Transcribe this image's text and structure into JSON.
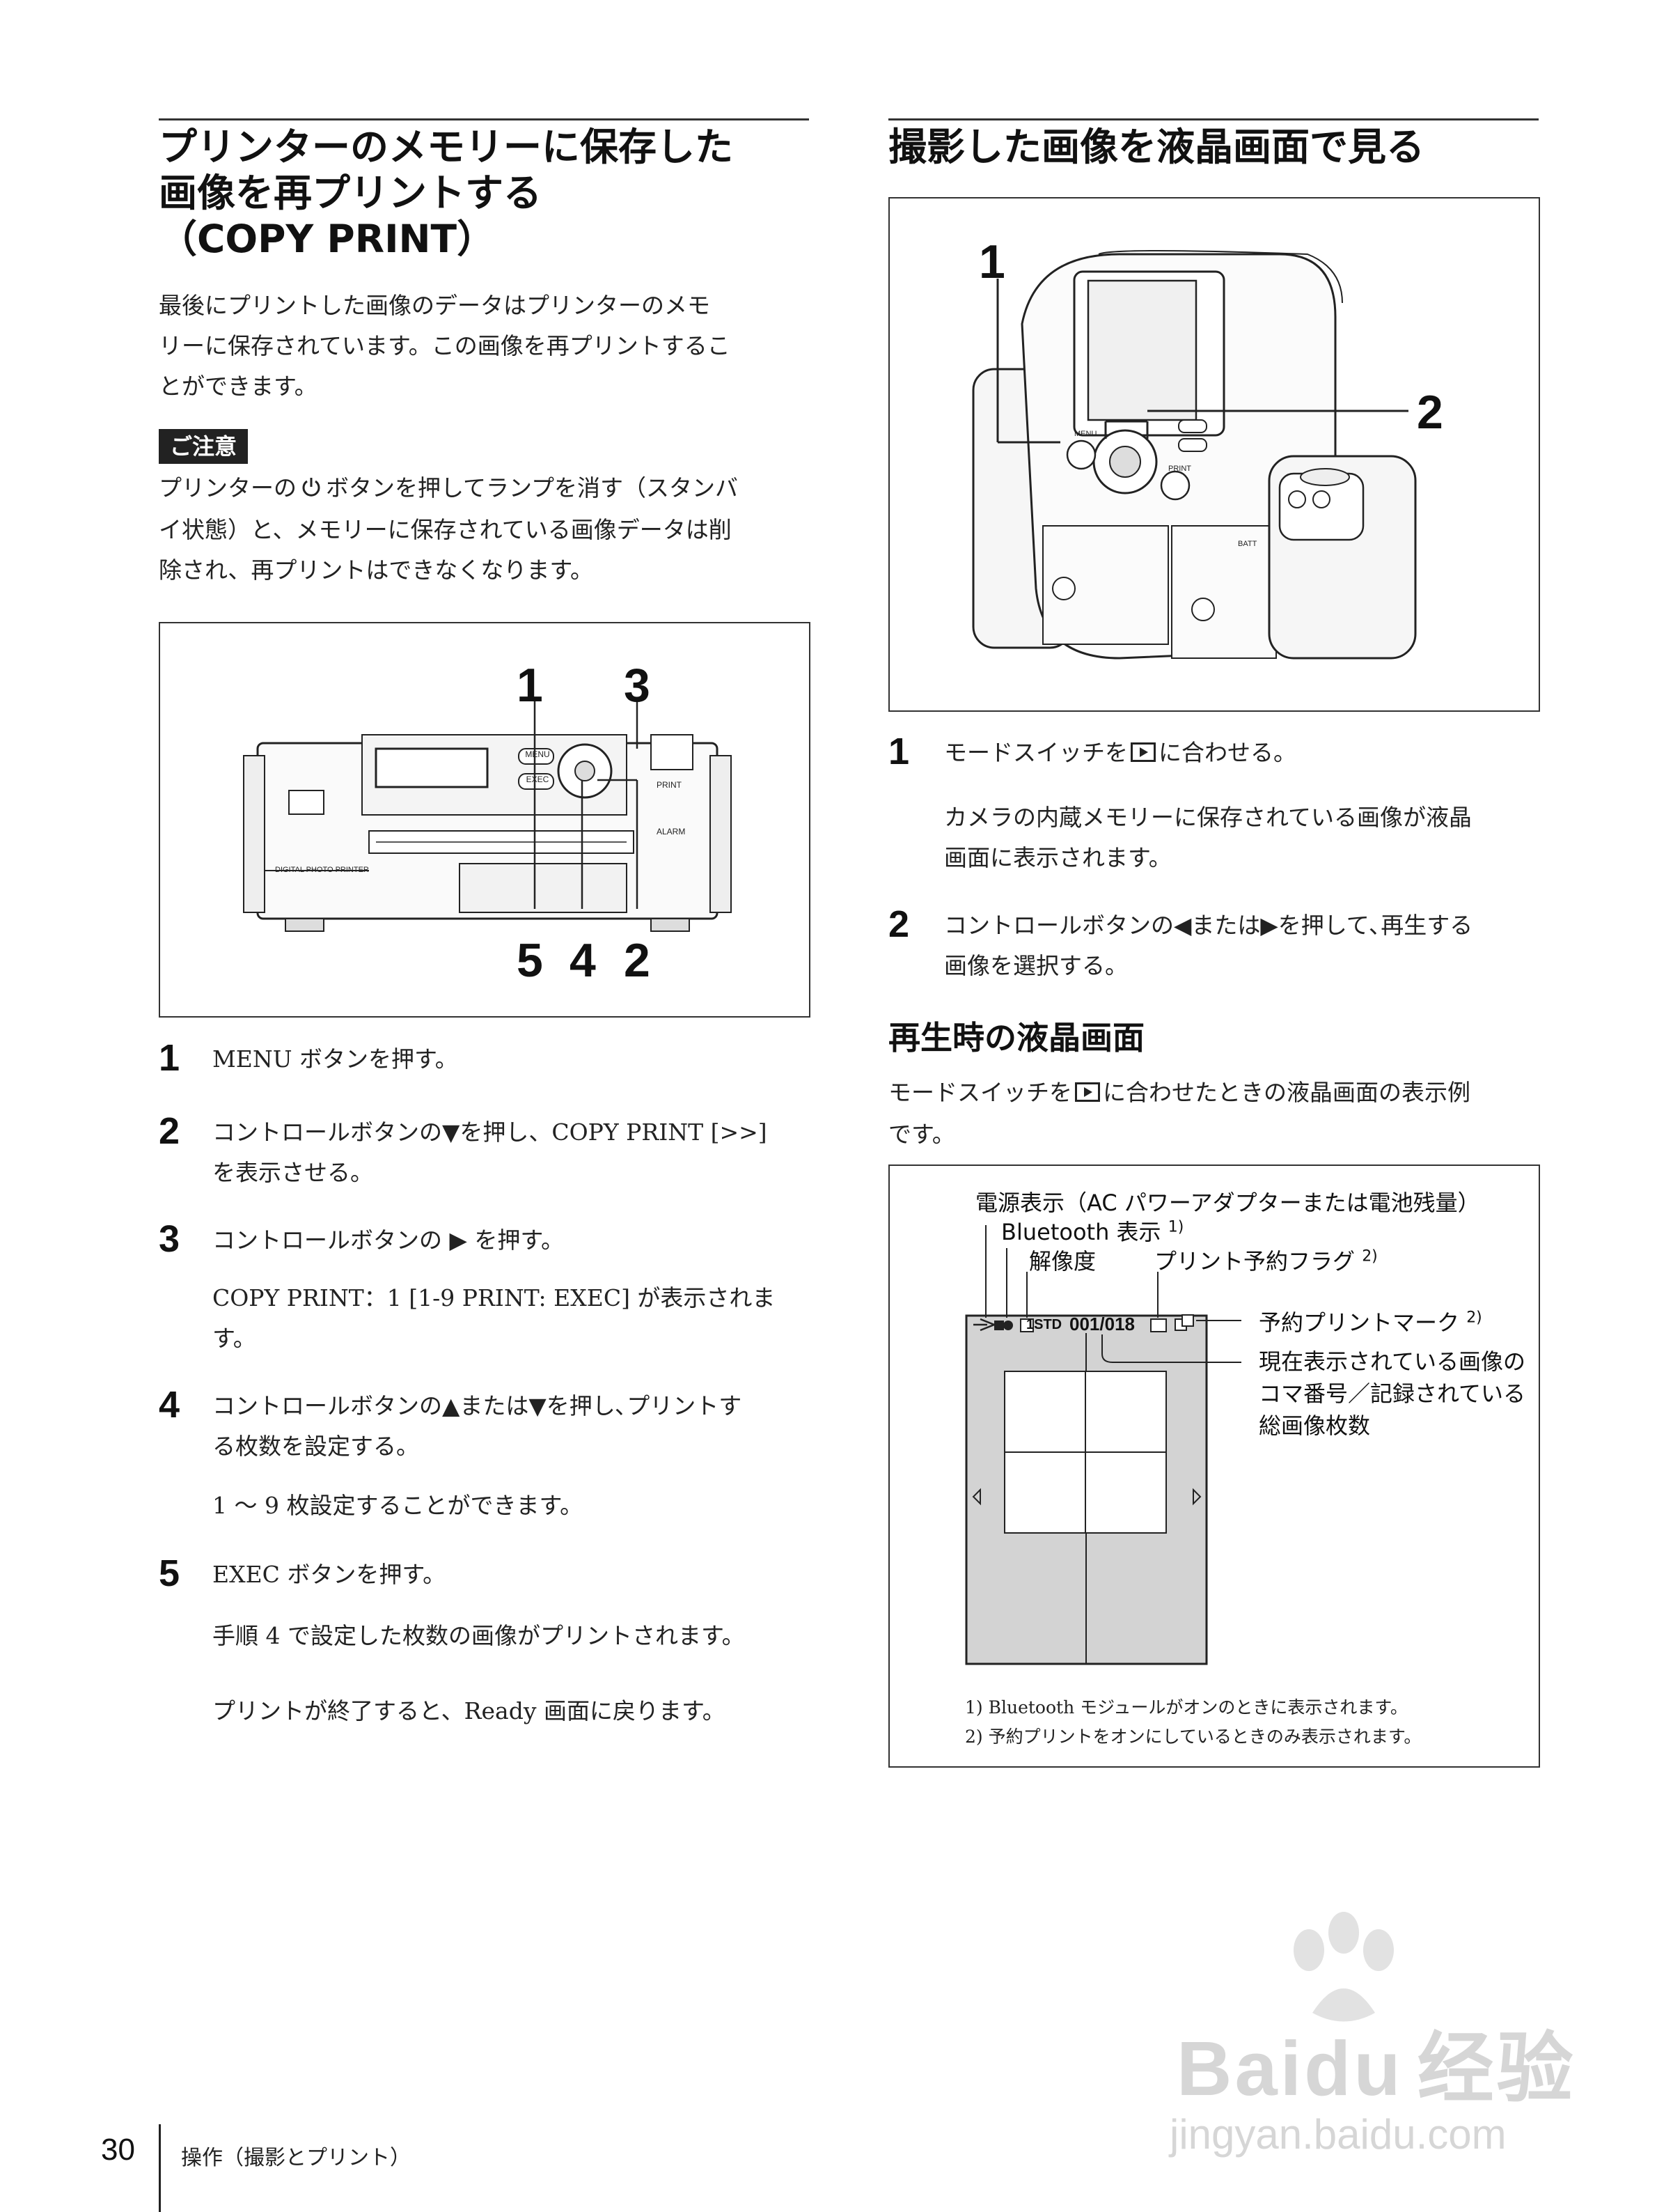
{
  "left": {
    "title_lines": [
      "プリンターのメモリーに保存した",
      "画像を再プリントする",
      "（COPY PRINT）"
    ],
    "intro_lines": [
      "最後にプリントした画像のデータはプリンターのメモ",
      "リーに保存されています。この画像を再プリントするこ",
      "とができます。"
    ],
    "caution_label": "ご注意",
    "caution_line1_pre": "プリンターの",
    "caution_line1_post": "ボタンを押してランプを消す（スタンバ",
    "caution_lines_rest": [
      "イ状態）と、メモリーに保存されている画像データは削",
      "除され、再プリントはできなくなります。"
    ],
    "figure": {
      "top_nums": [
        "1",
        "3"
      ],
      "bottom_nums": [
        "5",
        "4",
        "2"
      ],
      "printer_label": "DIGITAL PHOTO PRINTER",
      "menu_label": "MENU",
      "exec_label": "EXEC",
      "print_label": "PRINT",
      "alarm_label": "ALARM"
    },
    "steps": [
      {
        "num": "1",
        "lines": [
          "MENU ボタンを押す。"
        ]
      },
      {
        "num": "2",
        "lines": [
          "コントロールボタンの▼を押し、COPY PRINT [>>]",
          "を表示させる。"
        ]
      },
      {
        "num": "3",
        "lines": [
          "コントロールボタンの ▶ を押す。"
        ],
        "sub": [
          "COPY PRINT：1 [1-9 PRINT: EXEC] が表示されま",
          "す。"
        ]
      },
      {
        "num": "4",
        "lines": [
          "コントロールボタンの▲または▼を押し､プリントす",
          "る枚数を設定する。"
        ],
        "sub": [
          "1 ～ 9 枚設定することができます。"
        ]
      },
      {
        "num": "5",
        "lines": [
          "EXEC ボタンを押す。"
        ],
        "sub": [
          "手順 4 で設定した枚数の画像がプリントされます。"
        ],
        "sub2": [
          "プリントが終了すると、Ready 画面に戻ります。"
        ]
      }
    ]
  },
  "right": {
    "title": "撮影した画像を液晶画面で見る",
    "figure": {
      "nums": [
        "1",
        "2"
      ],
      "menu_label": "MENU",
      "print_label": "PRINT",
      "batt_label": "BATT"
    },
    "steps": [
      {
        "num": "1",
        "pre": "モードスイッチを",
        "post": "に合わせる。",
        "sub": [
          "カメラの内蔵メモリーに保存されている画像が液晶",
          "画面に表示されます。"
        ]
      },
      {
        "num": "2",
        "lines": [
          "コントロールボタンの◀または▶を押して､再生する",
          "画像を選択する。"
        ]
      }
    ],
    "subheading": "再生時の液晶画面",
    "sub_intro_pre": "モードスイッチを",
    "sub_intro_post": "に合わせたときの液晶画面の表示例",
    "sub_intro_line2": "です。",
    "lcd": {
      "callout_power": "電源表示（AC パワーアダプターまたは電池残量）",
      "callout_bt": "Bluetooth 表示",
      "callout_bt_sup": "1)",
      "callout_res": "解像度",
      "callout_flag": "プリント予約フラグ",
      "callout_flag_sup": "2)",
      "callout_mark": "予約プリントマーク",
      "callout_mark_sup": "2)",
      "callout_frame": [
        "現在表示されている画像の",
        "コマ番号／記録されている",
        "総画像枚数"
      ],
      "res_text": "1STD",
      "frame_counter": "001/018",
      "notes": [
        "1) Bluetooth モジュールがオンのときに表示されます。",
        "2) 予約プリントをオンにしているときのみ表示されます。"
      ]
    }
  },
  "footer": {
    "page_number": "30",
    "section": "操作（撮影とプリント）"
  },
  "watermark": {
    "brand": "Baidu",
    "brand_cn": "经验",
    "url": "jingyan.baidu.com"
  }
}
